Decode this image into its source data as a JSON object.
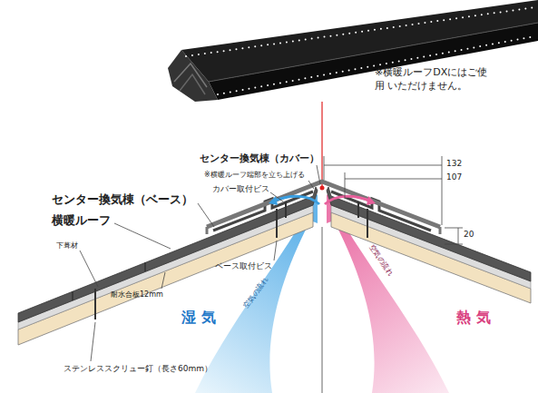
{
  "diagram": {
    "labels": [
      "※横暖ルーフDXにはご使用 いただけません。",
      "センター換気棟（カバー）",
      "※横暖ルーフ端部を立ち上げる",
      "センター換気棟（ベース）",
      "カバー取付ビス",
      "132",
      "107",
      "横暖ルーフ",
      "20",
      "下葺材",
      "ベース取付ビス",
      "空気の流れ",
      "空気の流れ",
      "耐水合板12mm",
      "湿 気",
      "熱 気",
      "ステンレススクリュー釘（長さ60mm）"
    ]
  }
}
